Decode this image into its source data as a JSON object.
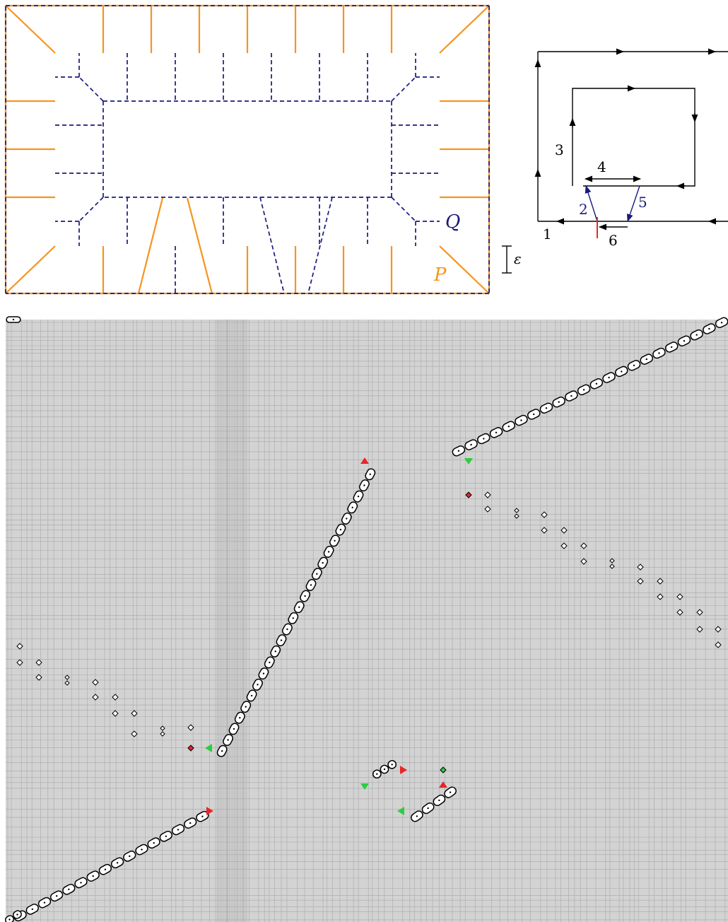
{
  "panel_polygons": {
    "label_p": "P",
    "label_q": "Q",
    "label_epsilon": "ε",
    "colors": {
      "p_orange": "#f7941d",
      "q_navy": "#1a1a7e"
    }
  },
  "panel_cycle": {
    "edge_labels": [
      "1",
      "2",
      "3",
      "4",
      "5",
      "6"
    ],
    "colors": {
      "edge": "#000000",
      "highlight_edge": "#1a1a7e",
      "marker": "#e8262a"
    }
  },
  "panel_freespace": {
    "colors": {
      "background": "#d3d3d3",
      "grid": "#a9a9a9",
      "free_region": "#ffffff",
      "red_marker": "#e8262a",
      "green_marker": "#2ecc40"
    }
  }
}
